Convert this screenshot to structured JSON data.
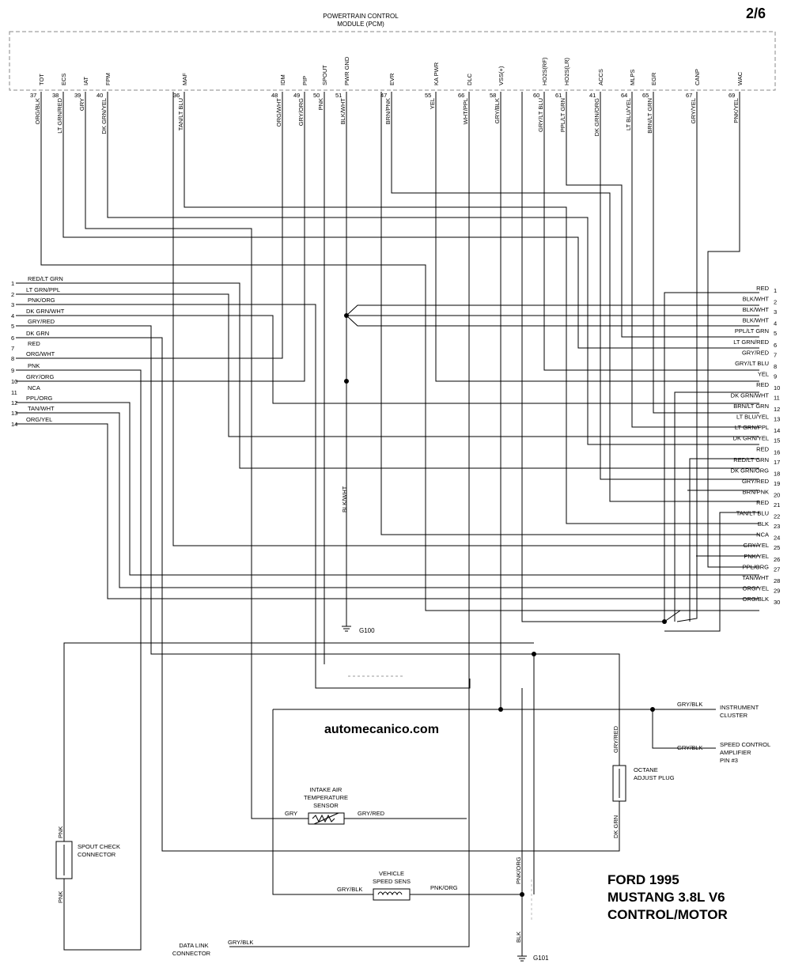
{
  "page_number": "2/6",
  "module_title": [
    "POWERTRAIN CONTROL",
    "MODULE (PCM)"
  ],
  "watermark": "automecanico.com",
  "title_block": [
    "FORD 1995",
    "MUSTANG 3.8L  V6",
    "CONTROL/MOTOR"
  ],
  "pcm_pins": [
    {
      "signal": "TOT",
      "pin": "37",
      "wire": "ORG/BLK"
    },
    {
      "signal": "ECS",
      "pin": "38",
      "wire": "LT GRN/RED"
    },
    {
      "signal": "IAT",
      "pin": "39",
      "wire": "GRY"
    },
    {
      "signal": "FPM",
      "pin": "40",
      "wire": "DK GRN/YEL"
    },
    {
      "signal": "MAF",
      "pin": "36",
      "wire": "TAN/LT BLU"
    },
    {
      "signal": "IDM",
      "pin": "48",
      "wire": "ORG/WHT"
    },
    {
      "signal": "PIP",
      "pin": "49",
      "wire": "GRY/ORG"
    },
    {
      "signal": "SPOUT",
      "pin": "50",
      "wire": "PNK"
    },
    {
      "signal": "PWR GND",
      "pin": "51",
      "wire": "BLK/WHT"
    },
    {
      "signal": "EVR",
      "pin": "47",
      "wire": "BRN/PNK"
    },
    {
      "signal": "KA PWR",
      "pin": "55",
      "wire": "YEL"
    },
    {
      "signal": "DLC",
      "pin": "66",
      "wire": "WHT/PPL"
    },
    {
      "signal": "VSS(+)",
      "pin": "58",
      "wire": "GRY/BLK"
    },
    {
      "signal": "HO2S(RF)",
      "pin": "60",
      "wire": "GRY/LT BLU"
    },
    {
      "signal": "HO2S(LR)",
      "pin": "61",
      "wire": "PPL/LT GRN"
    },
    {
      "signal": "ACCS",
      "pin": "41",
      "wire": "DK GRN/ORG"
    },
    {
      "signal": "MLPS",
      "pin": "64",
      "wire": "LT BLU/YEL"
    },
    {
      "signal": "EGR",
      "pin": "65",
      "wire": "BRN/LT GRN"
    },
    {
      "signal": "CANP",
      "pin": "67",
      "wire": "GRY/YEL"
    },
    {
      "signal": "WAC",
      "pin": "69",
      "wire": "PNK/YEL"
    }
  ],
  "left_connector": [
    {
      "n": "1",
      "wire": "RED/LT GRN"
    },
    {
      "n": "2",
      "wire": "LT GRN/PPL"
    },
    {
      "n": "3",
      "wire": "PNK/ORG"
    },
    {
      "n": "4",
      "wire": "DK GRN/WHT"
    },
    {
      "n": "5",
      "wire": "GRY/RED"
    },
    {
      "n": "6",
      "wire": "DK GRN"
    },
    {
      "n": "7",
      "wire": "RED"
    },
    {
      "n": "8",
      "wire": "ORG/WHT"
    },
    {
      "n": "9",
      "wire": "PNK"
    },
    {
      "n": "10",
      "wire": "GRY/ORG"
    },
    {
      "n": "11",
      "wire": "NCA"
    },
    {
      "n": "12",
      "wire": "PPL/ORG"
    },
    {
      "n": "13",
      "wire": "TAN/WHT"
    },
    {
      "n": "14",
      "wire": "ORG/YEL"
    }
  ],
  "right_connector": [
    {
      "n": "1",
      "wire": "RED"
    },
    {
      "n": "2",
      "wire": "BLK/WHT"
    },
    {
      "n": "3",
      "wire": "BLK/WHT"
    },
    {
      "n": "4",
      "wire": "BLK/WHT"
    },
    {
      "n": "5",
      "wire": "PPL/LT GRN"
    },
    {
      "n": "6",
      "wire": "LT GRN/RED"
    },
    {
      "n": "7",
      "wire": "GRY/RED"
    },
    {
      "n": "8",
      "wire": "GRY/LT BLU"
    },
    {
      "n": "9",
      "wire": "YEL"
    },
    {
      "n": "10",
      "wire": "RED"
    },
    {
      "n": "11",
      "wire": "DK GRN/WHT"
    },
    {
      "n": "12",
      "wire": "BRN/LT GRN"
    },
    {
      "n": "13",
      "wire": "LT BLU/YEL"
    },
    {
      "n": "14",
      "wire": "LT GRN/PPL"
    },
    {
      "n": "15",
      "wire": "DK GRN/YEL"
    },
    {
      "n": "16",
      "wire": "RED"
    },
    {
      "n": "17",
      "wire": "RED/LT GRN"
    },
    {
      "n": "18",
      "wire": "DK GRN/ORG"
    },
    {
      "n": "19",
      "wire": "GRY/RED"
    },
    {
      "n": "20",
      "wire": "BRN/PNK"
    },
    {
      "n": "21",
      "wire": "RED"
    },
    {
      "n": "22",
      "wire": "TAN/LT BLU"
    },
    {
      "n": "23",
      "wire": "BLK"
    },
    {
      "n": "24",
      "wire": "NCA"
    },
    {
      "n": "25",
      "wire": "GRY/YEL"
    },
    {
      "n": "26",
      "wire": "PNK/YEL"
    },
    {
      "n": "27",
      "wire": "PPL/ORG"
    },
    {
      "n": "28",
      "wire": "TAN/WHT"
    },
    {
      "n": "29",
      "wire": "ORG/YEL"
    },
    {
      "n": "30",
      "wire": "ORG/BLK"
    }
  ],
  "ground_g100": "G100",
  "ground_g101": "G101",
  "pwr_gnd_wire_label": "BLK/WHT",
  "instrument_cluster": {
    "wire": "GRY/BLK",
    "label": [
      "INSTRUMENT",
      "CLUSTER"
    ]
  },
  "speed_control": {
    "wire": "GRY/BLK",
    "label": [
      "SPEED CONTROL",
      "AMPLIFIER",
      "PIN #3"
    ]
  },
  "octane_plug": {
    "label": [
      "OCTANE",
      "ADJUST PLUG"
    ],
    "wire_top": "GRY/RED",
    "wire_bottom": "DK GRN"
  },
  "iat_sensor": {
    "label": [
      "INTAKE AIR",
      "TEMPERATURE",
      "SENSOR"
    ],
    "wire_left": "GRY",
    "wire_right": "GRY/RED"
  },
  "spout_connector": {
    "label": [
      "SPOUT CHECK",
      "CONNECTOR"
    ],
    "wire_top": "PNK",
    "wire_bottom": "PNK"
  },
  "vss": {
    "label": [
      "VEHICLE",
      "SPEED SENS"
    ],
    "wire_left": "GRY/BLK",
    "wire_right": "PNK/ORG"
  },
  "pnk_org_vertical": "PNK/ORG",
  "blk_vertical": "BLK",
  "data_link": {
    "label": [
      "DATA LINK",
      "CONNECTOR"
    ],
    "wire": "GRY/BLK"
  }
}
